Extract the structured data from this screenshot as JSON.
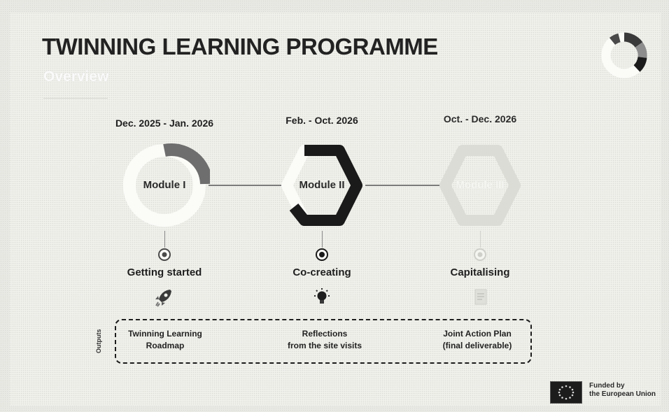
{
  "slide": {
    "title": "TWINNING LEARNING PROGRAMME",
    "subtitle": "Overview"
  },
  "modules": [
    {
      "date": "Dec. 2025 - Jan. 2026",
      "label": "Module I",
      "phase": "Getting started",
      "icon": "rocket-icon",
      "progress": 0.33
    },
    {
      "date": "Feb. - Oct. 2026",
      "label": "Module II",
      "phase": "Co-creating",
      "icon": "lightbulb-icon",
      "progress": 0.67
    },
    {
      "date": "Oct. - Dec. 2026",
      "label": "Module III",
      "phase": "Capitalising",
      "icon": "document-icon",
      "progress": 0
    }
  ],
  "outputs": {
    "tag": "Outputs",
    "items": [
      {
        "line1": "Twinning Learning",
        "line2": "Roadmap"
      },
      {
        "line1": "Reflections",
        "line2": "from the site visits"
      },
      {
        "line1": "Joint Action Plan",
        "line2": "(final deliverable)"
      }
    ]
  },
  "footer": {
    "funded_line1": "Funded by",
    "funded_line2": "the European Union",
    "flag_icon": "eu-flag-icon"
  },
  "colors": {
    "module1_accent": "#6e6e6e",
    "module2_accent": "#1a1a1a",
    "module3_accent": "#dcdcd6",
    "ring_base": "#fbfbf8"
  }
}
